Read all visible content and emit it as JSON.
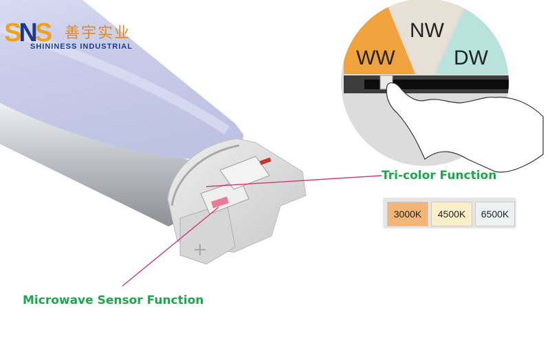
{
  "logo": {
    "mark_s1": "S",
    "mark_n": "N",
    "mark_s2": "S",
    "chinese": "善宇实业",
    "english": "SHININESS INDUSTRIAL"
  },
  "wheel": {
    "segments": [
      {
        "label": "WW",
        "color": "#f0a33c"
      },
      {
        "label": "NW",
        "color": "#e6e1d4"
      },
      {
        "label": "DW",
        "color": "#b8e2dc"
      }
    ]
  },
  "labels": {
    "tri_color": "Tri-color Function",
    "microwave": "Microwave Sensor Function"
  },
  "temperatures": [
    {
      "label": "3000K",
      "color": "#f1b577"
    },
    {
      "label": "4500K",
      "color": "#fbefc9"
    },
    {
      "label": "6500K",
      "color": "#eef1f2"
    }
  ],
  "colors": {
    "label_green": "#1aa84a",
    "pointer_line": "#d2367a"
  }
}
